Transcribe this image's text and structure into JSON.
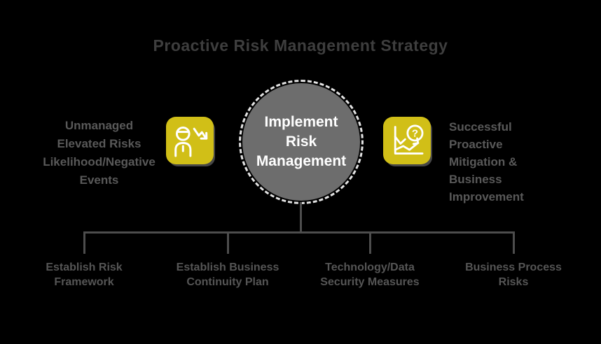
{
  "canvas": {
    "background": "#000000"
  },
  "title": {
    "text": "Proactive Risk Management Strategy",
    "color": "#3e3e3e"
  },
  "center_node": {
    "lines": [
      "Implement",
      "Risk",
      "Management"
    ],
    "fill": "#6d6d6d",
    "text_color": "#ffffff",
    "ring_color": "#e3e3e3"
  },
  "icons": {
    "left": {
      "name": "person-decline-icon",
      "background": "#d1bf17",
      "glyph_color": "#ffffff"
    },
    "right": {
      "name": "chart-question-icon",
      "background": "#d1bf17",
      "glyph_color": "#ffffff"
    }
  },
  "left_note": {
    "lines": [
      "Unmanaged",
      "Elevated Risks",
      "Likelihood/Negative",
      "Events"
    ],
    "color": "#595959"
  },
  "right_note": {
    "lines": [
      "Successful",
      "Proactive",
      "Mitigation &",
      "Business",
      "Improvement"
    ],
    "color": "#595959"
  },
  "branches": [
    {
      "line1": "Establish Risk",
      "line2": "Framework"
    },
    {
      "line1": "Establish Business",
      "line2": "Continuity Plan"
    },
    {
      "line1": "Technology/Data",
      "line2": "Security Measures"
    },
    {
      "line1": "Business Process",
      "line2": "Risks"
    }
  ],
  "connector_color": "#4d4d4d"
}
